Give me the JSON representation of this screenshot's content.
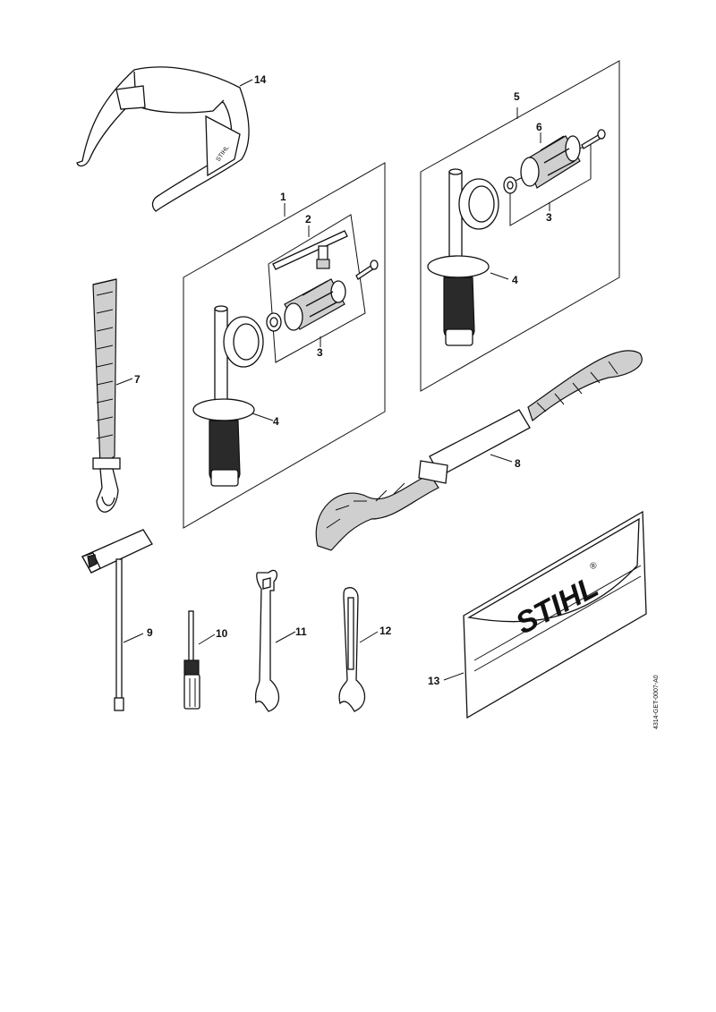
{
  "callouts": {
    "c1": "1",
    "c2": "2",
    "c3a": "3",
    "c4a": "4",
    "c5": "5",
    "c6": "6",
    "c3b": "3",
    "c4b": "4",
    "c7": "7",
    "c8": "8",
    "c9": "9",
    "c10": "10",
    "c11": "11",
    "c12": "12",
    "c13": "13",
    "c14": "14"
  },
  "brand": {
    "logo_text": "STIHL",
    "reg_mark": "®"
  },
  "reference_code": "4314-GET-0007-A0"
}
